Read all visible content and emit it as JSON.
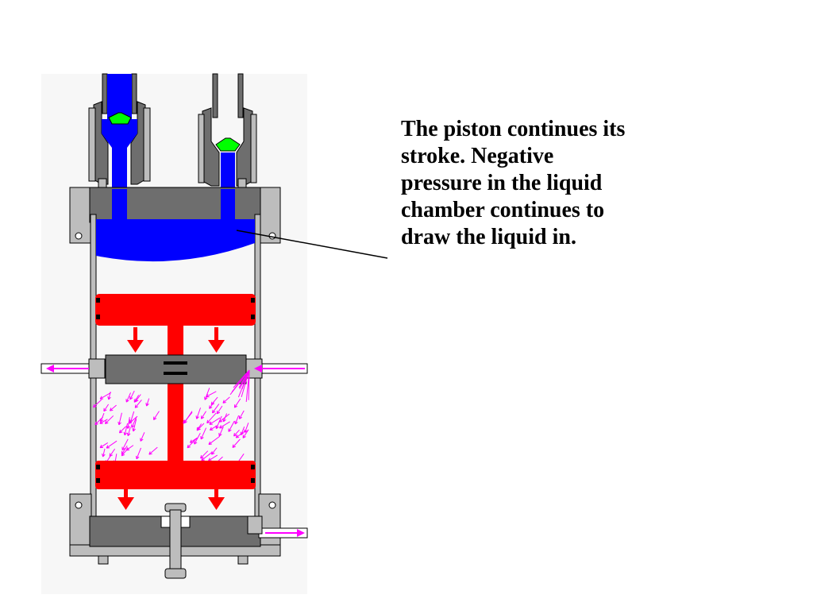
{
  "caption": {
    "lines": [
      "The piston continues its",
      "stroke.  Negative",
      "pressure in the liquid",
      "chamber continues to",
      "draw the liquid in."
    ]
  },
  "colors": {
    "background": "#ffffff",
    "panel": "#f7f7f7",
    "body_metal": "#6e6e6e",
    "light_metal": "#bdbdbd",
    "liquid": "#0000ff",
    "piston": "#ff0000",
    "valve_seal": "#00ff00",
    "air": "#ff00ff",
    "outline": "#000000"
  },
  "icons": {
    "piston_direction": "arrow-down-icon",
    "air_flow": "arrow-icon"
  }
}
